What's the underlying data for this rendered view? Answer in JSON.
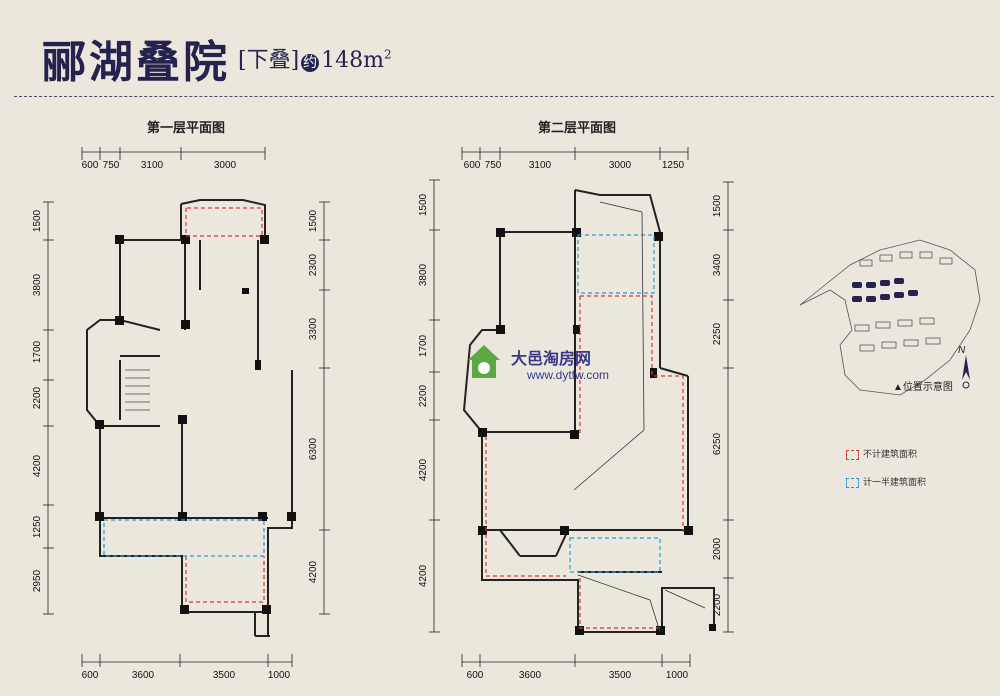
{
  "title": "郦湖叠院",
  "subtitle": {
    "bracket": "[下叠]",
    "prefix": "约",
    "area": "148",
    "unit": "m",
    "unit_sup": "2"
  },
  "plans": [
    {
      "title": "第一层平面图",
      "top_dims": [
        "600",
        "750",
        "3100",
        "3000"
      ],
      "bottom_dims": [
        "600",
        "3600",
        "3500",
        "1000"
      ],
      "left_dims": [
        "1500",
        "3800",
        "1700",
        "2200",
        "4200",
        "1250",
        "2950"
      ],
      "right_dims": [
        "1500",
        "2300",
        "3300",
        "6300",
        "4200"
      ]
    },
    {
      "title": "第二层平面图",
      "top_dims": [
        "600",
        "750",
        "3100",
        "3000",
        "1250"
      ],
      "bottom_dims": [
        "600",
        "3600",
        "3500",
        "1000"
      ],
      "left_dims": [
        "1500",
        "3800",
        "1700",
        "2200",
        "4200",
        "4200"
      ],
      "right_dims": [
        "1500",
        "3400",
        "2250",
        "6250",
        "2000",
        "2200"
      ]
    }
  ],
  "legend": [
    {
      "label": "不计建筑面积",
      "color": "#d9343a"
    },
    {
      "label": "计一半建筑面积",
      "color": "#2a9ad6"
    }
  ],
  "site_label": "位置示意图",
  "compass_label": "N",
  "watermark": {
    "text": "大邑淘房网",
    "url": "www.dytfw.com"
  },
  "colors": {
    "title": "#25224f",
    "wall": "#111111",
    "red_dash": "#d9343a",
    "blue_dash": "#2a9ad6"
  }
}
